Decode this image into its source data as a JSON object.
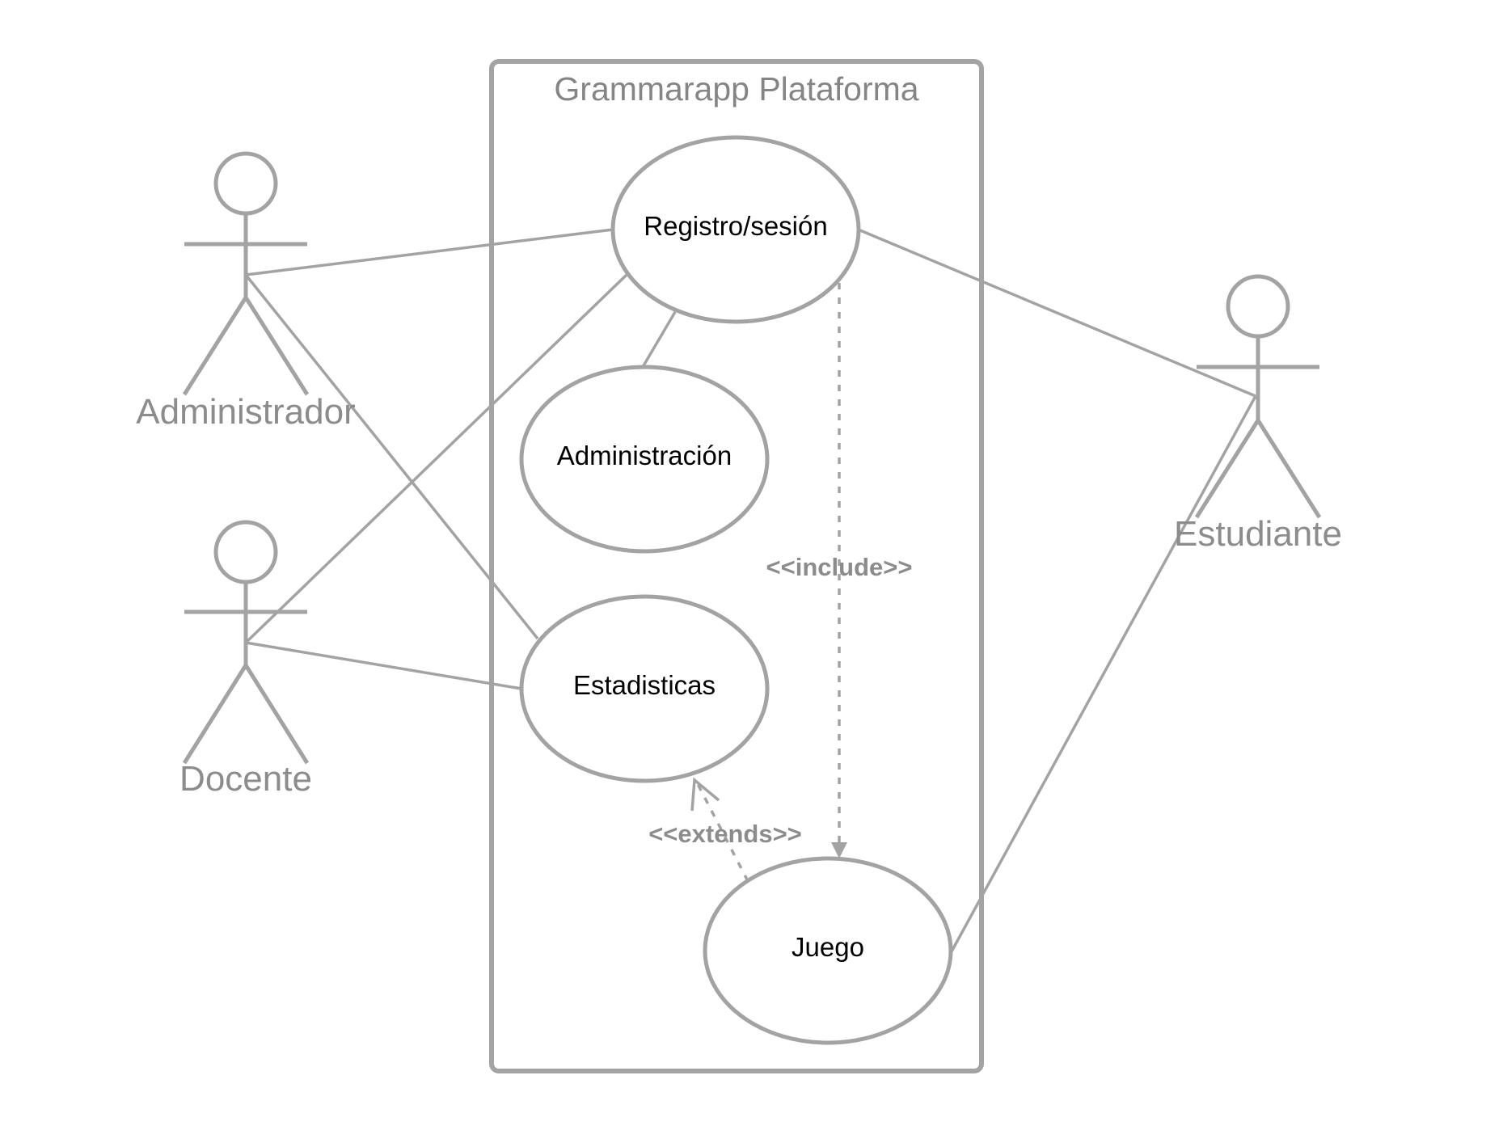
{
  "diagram": {
    "system_title": "Grammarapp Plataforma",
    "actors": {
      "administrador": "Administrador",
      "docente": "Docente",
      "estudiante": "Estudiante"
    },
    "use_cases": {
      "registro": "Registro/sesión",
      "administracion": "Administración",
      "estadisticas": "Estadisticas",
      "juego": "Juego"
    },
    "relations": {
      "include": "<<include>>",
      "extends": "<<extends>>"
    },
    "colors": {
      "line": "#a3a3a3",
      "actor_text": "#8c8c8c",
      "use_case_text": "#000000",
      "background": "#ffffff"
    }
  }
}
